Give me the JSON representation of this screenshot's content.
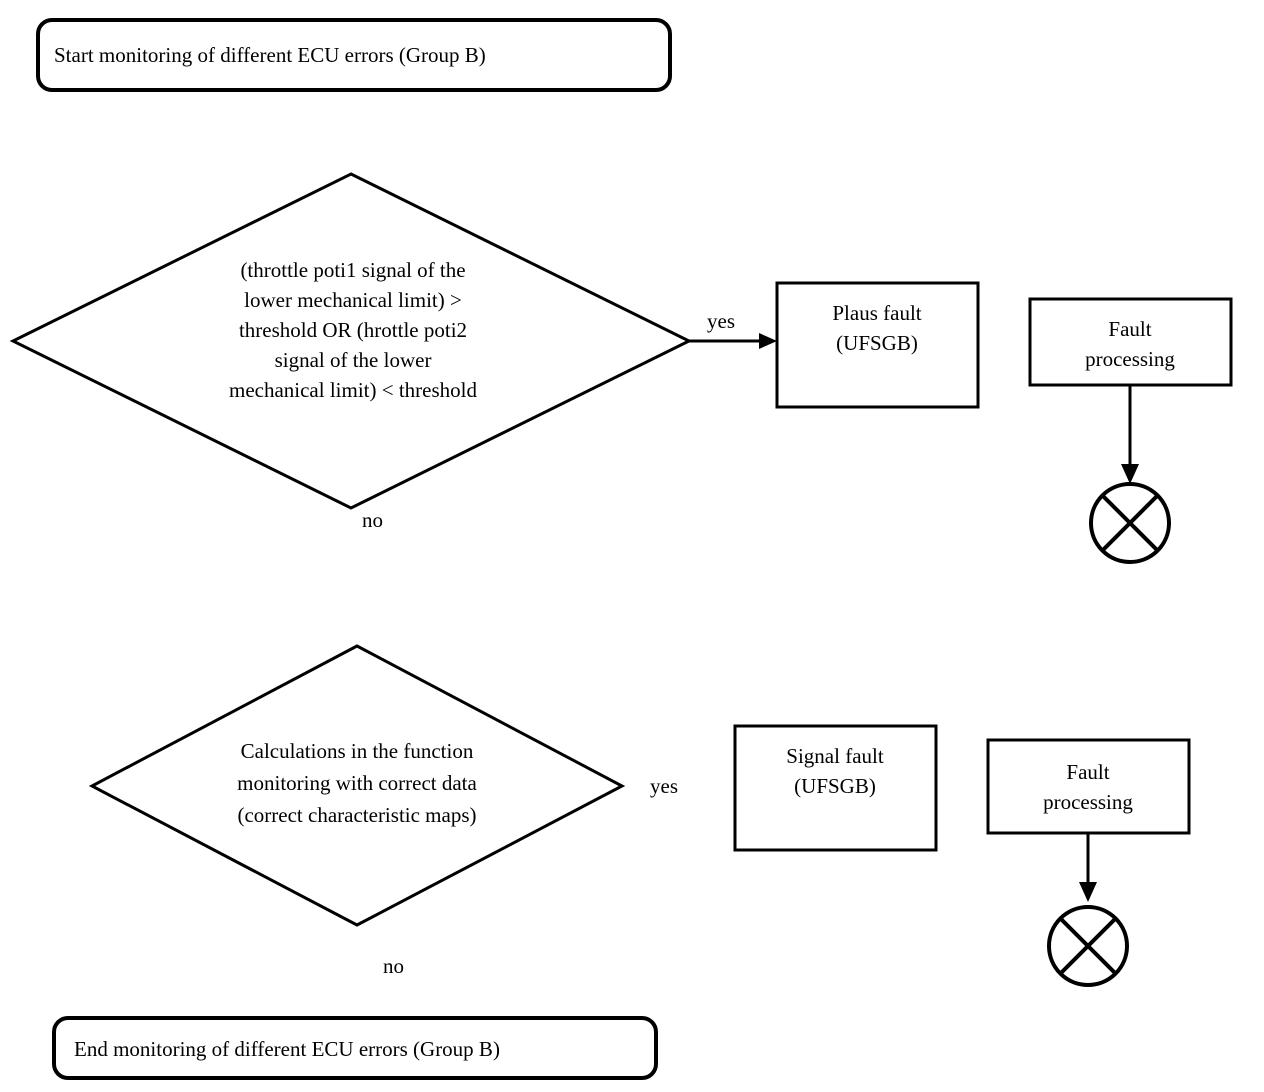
{
  "diagram": {
    "title": "ECU error monitoring flowchart (Group B)",
    "stroke_color": "#000000",
    "fill_color": "#ffffff",
    "nodes": {
      "start": {
        "type": "terminator",
        "label": "Start monitoring of different ECU errors (Group B)"
      },
      "end": {
        "type": "terminator",
        "label": "End monitoring of different ECU errors (Group B)"
      },
      "decision1": {
        "type": "decision",
        "lines": [
          "(throttle poti1 signal of the",
          "lower mechanical limit) >",
          "threshold OR (hrottle poti2",
          "signal of the lower",
          "mechanical limit) < threshold"
        ]
      },
      "decision2": {
        "type": "decision",
        "lines": [
          "Calculations in the function",
          "monitoring with correct data",
          "(correct characteristic maps)"
        ]
      },
      "plaus_fault": {
        "type": "process",
        "lines": [
          "Plaus fault",
          "(UFSGB)"
        ]
      },
      "signal_fault": {
        "type": "process",
        "lines": [
          "Signal fault",
          "(UFSGB)"
        ]
      },
      "fault_processing_1": {
        "type": "process",
        "lines": [
          "Fault",
          "processing"
        ]
      },
      "fault_processing_2": {
        "type": "process",
        "lines": [
          "Fault",
          "processing"
        ]
      },
      "connector1": {
        "type": "crossed-circle-connector",
        "label": ""
      },
      "connector2": {
        "type": "crossed-circle-connector",
        "label": ""
      }
    },
    "edge_labels": {
      "yes1": "yes",
      "no1": "no",
      "yes2": "yes",
      "no2": "no"
    }
  }
}
